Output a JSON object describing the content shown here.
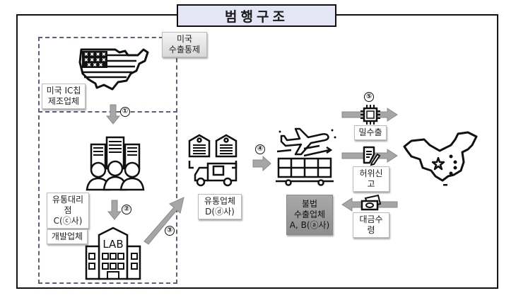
{
  "title": "범행구조",
  "labels": {
    "us_export_control": [
      "미국",
      "수출통제"
    ],
    "us_ic_maker": [
      "미국 IC칩",
      "제조업체"
    ],
    "distributor_agency": [
      "유통대리점",
      "C(ⓒ사)"
    ],
    "developer": [
      "개발업체"
    ],
    "distributor": [
      "유통업체",
      "D(ⓓ사)"
    ],
    "illegal_exporter": [
      "불법",
      "수출업체",
      "A, B(ⓐ사)"
    ],
    "smuggling": "밀수출",
    "false_declaration": "허위신고",
    "payment_received": "대금수령"
  },
  "steps": [
    "①",
    "②",
    "③",
    "④",
    "⑤"
  ],
  "icons": {
    "us_map": "usa-flag-map-icon",
    "buildings_people": "office-buildings-people-icon",
    "lab": "lab-building-icon",
    "warehouse_truck": "warehouse-truck-icon",
    "plane_cargo": "airplane-cargo-icon",
    "chip": "microchip-icon",
    "document": "document-pen-icon",
    "money": "money-bills-icon",
    "china_map": "china-map-icon"
  },
  "colors": {
    "title_bg": "#e4e6f6",
    "arrow_gray": "#a6a6a6",
    "dash_border": "#5a5f7a",
    "exporter_box": "#9a9a9a"
  }
}
